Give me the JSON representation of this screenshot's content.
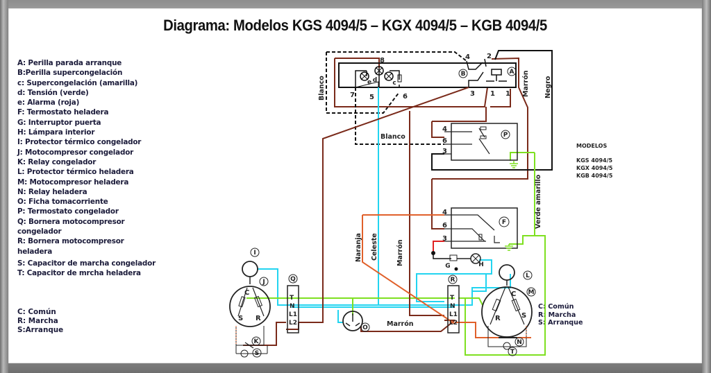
{
  "title": "Diagrama: Modelos KGS 4094/5 – KGX 4094/5 – KGB 4094/5",
  "legend": [
    "A: Perilla parada arranque",
    "B:Perilla supercongelación",
    "c: Supercongelación (amarilla)",
    "d: Tensión (verde)",
    "e: Alarma (roja)",
    "F: Termostato heladera",
    "G: Interruptor puerta",
    "H: Lámpara interior",
    "I: Protector térmico congelador",
    "J: Motocompresor congelador",
    "K: Relay congelador",
    "L: Protector térmico heladera",
    "M: Motocompresor heladera",
    "N: Relay heladera",
    "O: Ficha tomacorriente",
    "P: Termostato congelador",
    "Q: Bornera motocompresor",
    "congelador",
    "R: Bornera motocompresor",
    "heladera",
    "S: Capacitor de marcha congelador",
    "T: Capacitor de mrcha heladera"
  ],
  "terminal_legend": [
    "C: Común",
    "R: Marcha",
    "S:Arranque"
  ],
  "terminal_legend_right": [
    "C: Común",
    "R: Marcha",
    "S: Arranque"
  ],
  "models": {
    "header": "MODELOS",
    "items": [
      "KGS 4094/5",
      "KGX 4094/5",
      "KGB 4094/5"
    ]
  },
  "wire_labels": {
    "blanco_left": "Blanco",
    "blanco_mid": "Blanco",
    "marron_top": "Marrón",
    "negro": "Negro",
    "verde_amarillo": "Verde amarillo",
    "naranja": "Naranja",
    "celeste": "Celeste",
    "marron_mid": "Marrón",
    "marron_bottom": "Marrón"
  },
  "components": {
    "A": "A",
    "B": "B",
    "P": "P",
    "F": "F",
    "G": "G",
    "H": "H",
    "I": "I",
    "J": "J",
    "K": "K",
    "S": "S",
    "Q": "Q",
    "R": "R",
    "O": "O",
    "L": "L",
    "M": "M",
    "N": "N",
    "T": "T",
    "c": "c",
    "d": "d",
    "e": "e"
  },
  "terminals": {
    "top_block": [
      "8",
      "7",
      "5",
      "6",
      "4",
      "2",
      "3",
      "1",
      "1"
    ],
    "p_block": [
      "4",
      "6",
      "3"
    ],
    "f_block": [
      "4",
      "6",
      "3"
    ],
    "bornera": [
      "T",
      "N",
      "L1",
      "L2"
    ],
    "motor_left": [
      "C",
      "S",
      "R"
    ],
    "motor_right": [
      "C",
      "R",
      "S"
    ]
  },
  "colors": {
    "marron": "#7a2a1a",
    "marron_light": "#a0522d",
    "negro": "#1a1a1a",
    "celeste": "#22d4f0",
    "verde": "#7ee020",
    "naranja": "#e0602a",
    "rojo": "#e02020"
  }
}
